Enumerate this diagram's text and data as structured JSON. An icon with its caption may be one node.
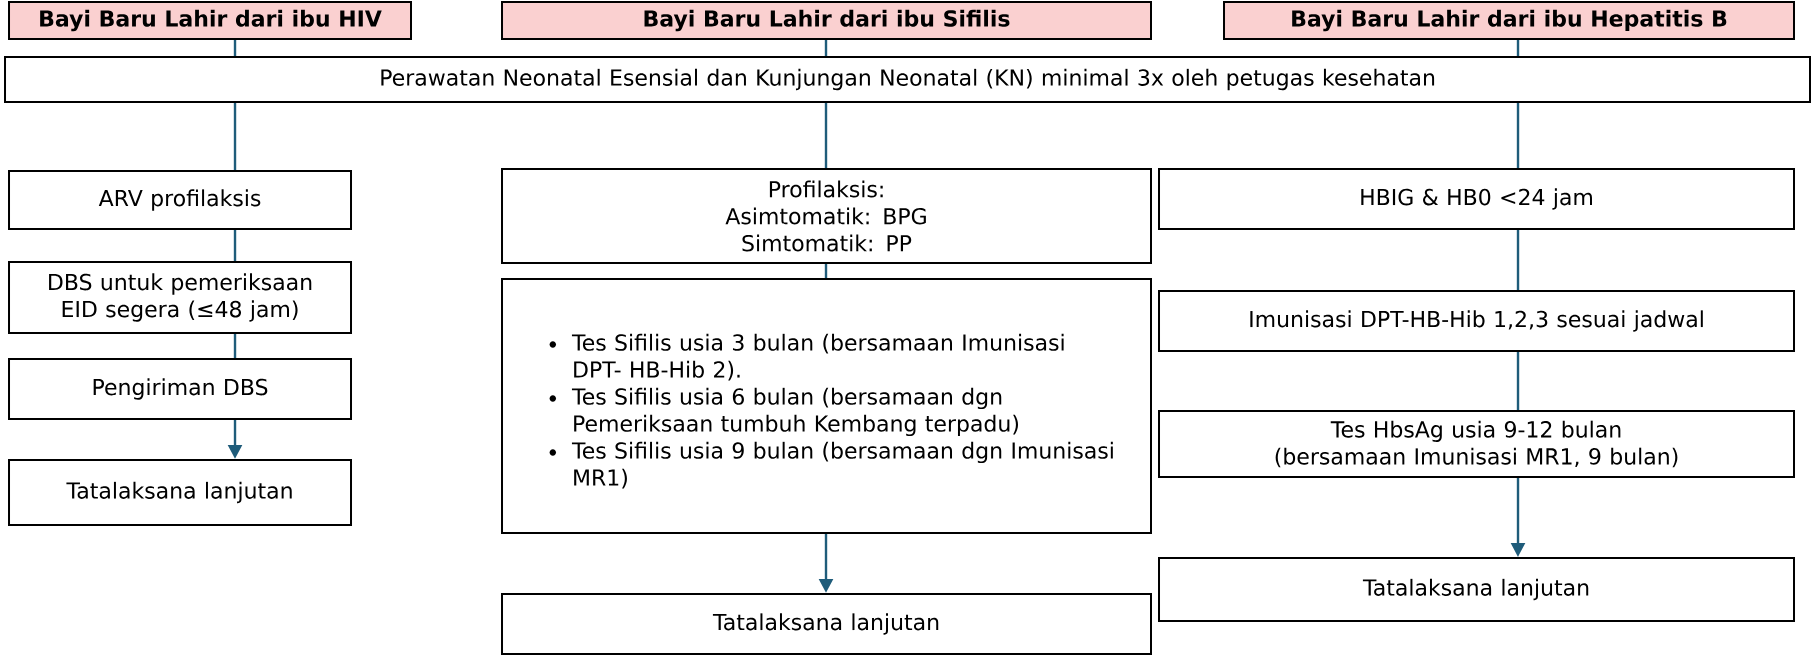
{
  "diagram": {
    "nodes": [
      {
        "text": [
          "Bayi Baru Lahir dari ibu HIV"
        ]
      },
      {
        "text": [
          "Bayi Baru Lahir dari ibu Sifilis"
        ]
      },
      {
        "text": [
          "Bayi Baru Lahir  dari ibu Hepatitis B"
        ]
      },
      {
        "text": [
          "Perawatan Neonatal Esensial dan Kunjungan Neonatal (KN) minimal 3x oleh petugas kesehatan"
        ]
      },
      {
        "text": [
          "ARV profilaksis"
        ]
      },
      {
        "text": [
          "DBS untuk pemeriksaan EID segera (≤48 jam)"
        ]
      },
      {
        "text": [
          "Pengiriman DBS"
        ]
      },
      {
        "text": [
          "Tatalaksana lanjutan"
        ]
      },
      {
        "text": [
          "Profilaksis:",
          "Asimtomatik: BPG",
          "Simtomatik: PP"
        ]
      },
      {
        "text": [
          "Tes Sifilis usia 3 bulan (bersamaan Imunisasi DPT-  HB-Hib 2).",
          "Tes Sifilis usia 6 bulan (bersamaan dgn Pemeriksaan tumbuh Kembang terpadu)",
          "Tes Sifilis usia 9 bulan (bersamaan dgn Imunisasi MR1)"
        ]
      },
      {
        "text": [
          "Tatalaksana lanjutan"
        ]
      },
      {
        "text": [
          "HBIG & HB0 <24 jam"
        ]
      },
      {
        "text": [
          "Imunisasi DPT-HB-Hib 1,2,3 sesuai jadwal"
        ]
      },
      {
        "text": [
          "Tes HbsAg usia 9-12 bulan (bersamaan Imunisasi MR1, 9 bulan)"
        ]
      },
      {
        "text": [
          "Tatalaksana lanjutan"
        ]
      }
    ],
    "edges": [
      {
        "from": 0,
        "to": 3,
        "arrow": "none"
      },
      {
        "from": 1,
        "to": 3,
        "arrow": "none"
      },
      {
        "from": 2,
        "to": 3,
        "arrow": "none"
      },
      {
        "from": 3,
        "to": 4,
        "arrow": "none"
      },
      {
        "from": 4,
        "to": 5,
        "arrow": "none"
      },
      {
        "from": 5,
        "to": 6,
        "arrow": "none"
      },
      {
        "from": 6,
        "to": 7,
        "arrow": "to"
      },
      {
        "from": 3,
        "to": 8,
        "arrow": "none"
      },
      {
        "from": 8,
        "to": 9,
        "arrow": "none"
      },
      {
        "from": 9,
        "to": 10,
        "arrow": "to"
      },
      {
        "from": 3,
        "to": 11,
        "arrow": "none"
      },
      {
        "from": 11,
        "to": 12,
        "arrow": "none"
      },
      {
        "from": 12,
        "to": 13,
        "arrow": "none"
      },
      {
        "from": 13,
        "to": 14,
        "arrow": "to"
      }
    ]
  }
}
